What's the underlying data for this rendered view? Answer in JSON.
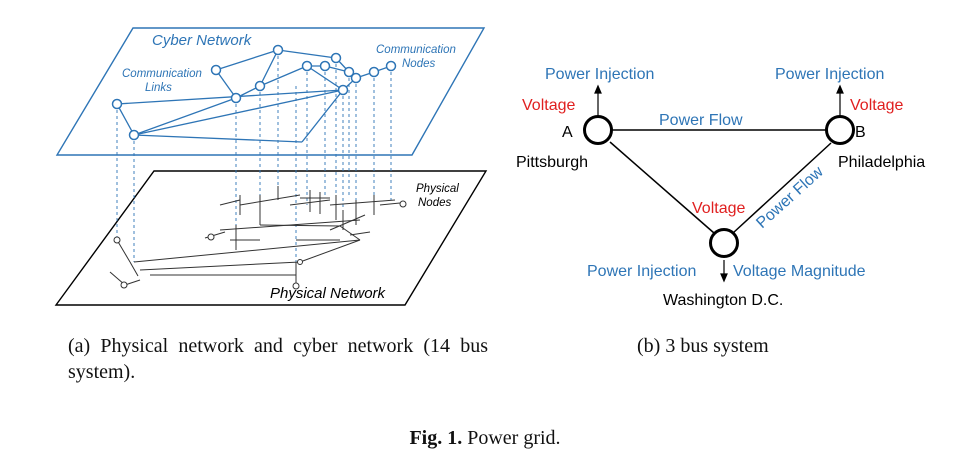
{
  "panel_a": {
    "cyber_title": "Cyber Network",
    "communication_links_line1": "Communication",
    "communication_links_line2": "Links",
    "communication_nodes_line1": "Communication",
    "communication_nodes_line2": "Nodes",
    "physical_nodes_line1": "Physical",
    "physical_nodes_line2": "Nodes",
    "physical_title": "Physical Network",
    "caption_label": "(a)",
    "caption_text": "Physical network and cyber network (14 bus system)."
  },
  "panel_b": {
    "power_injection_left": "Power Injection",
    "voltage_left": "Voltage",
    "node_a_label": "A",
    "pittsburgh": "Pittsburgh",
    "power_flow_top": "Power Flow",
    "power_injection_right": "Power Injection",
    "voltage_right": "Voltage",
    "node_b_label": "B",
    "philadelphia": "Philadelphia",
    "voltage_bottom": "Voltage",
    "power_flow_diag": "Power Flow",
    "power_injection_bottom": "Power Injection",
    "voltage_magnitude": "Voltage Magnitude",
    "washington": "Washington D.C.",
    "caption_label": "(b)",
    "caption_text": "3 bus system"
  },
  "figure": {
    "label": "Fig. 1.",
    "caption": "Power grid."
  },
  "colors": {
    "cyber_blue": "#2e75b6",
    "voltage_red": "#e02020"
  }
}
